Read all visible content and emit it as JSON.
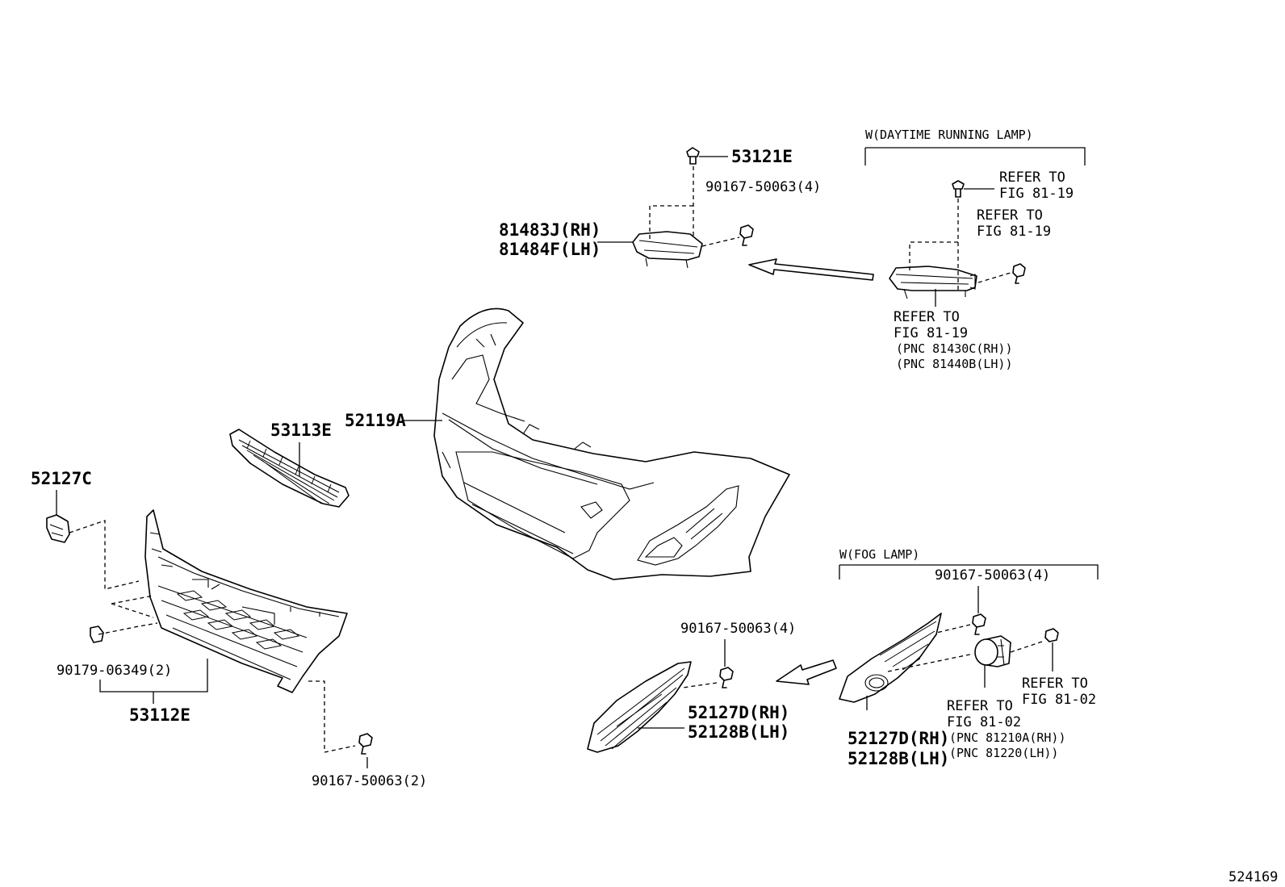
{
  "diagram_id": "524169",
  "colors": {
    "ink": "#000000",
    "background": "#ffffff"
  },
  "groups": {
    "drl": "W(DAYTIME RUNNING LAMP)",
    "fog": "W(FOG LAMP)"
  },
  "labels": {
    "clip_53121e": "53121E",
    "screw_drl_4": "90167-50063(4)",
    "drl_rh": "81483J(RH)",
    "drl_lh": "81484F(LH)",
    "refer1_l1": "REFER TO",
    "refer1_l2": "FIG 81-19",
    "refer2_l1": "REFER TO",
    "refer2_l2": "FIG 81-19",
    "refer3_l1": "REFER TO",
    "refer3_l2": "FIG 81-19",
    "pnc_81430c": "(PNC 81430C(RH))",
    "pnc_81440b": "(PNC 81440B(LH))",
    "bumper_cover": "52119A",
    "lower_grille": "53113E",
    "bracket_52127c": "52127C",
    "nut_90179": "90179-06349(2)",
    "grille_53112e": "53112E",
    "screw_grille_2": "90167-50063(2)",
    "screw_cover_4": "90167-50063(4)",
    "cover_rh_a": "52127D(RH)",
    "cover_lh_a": "52128B(LH)",
    "screw_fog_4": "90167-50063(4)",
    "refer_fog1_l1": "REFER TO",
    "refer_fog1_l2": "FIG 81-02",
    "refer_fog2_l1": "REFER TO",
    "refer_fog2_l2": "FIG 81-02",
    "pnc_81210a": "(PNC 81210A(RH))",
    "pnc_81220": "(PNC 81220(LH))",
    "cover_rh_b": "52127D(RH)",
    "cover_lh_b": "52128B(LH)"
  }
}
